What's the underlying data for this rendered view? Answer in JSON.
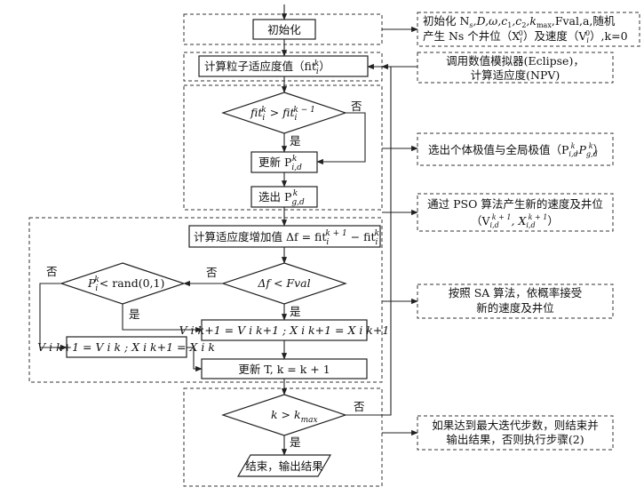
{
  "flow": {
    "init": "初始化",
    "calc_fitness": "计算粒子适应度值（fit",
    "calc_fitness_sup": "k",
    "calc_fitness_sub": "i",
    "calc_fitness_end": "）",
    "compare": "fit",
    "compare_op": " > fit",
    "compare_sup1": "k",
    "compare_sub1": "i",
    "compare_sup2": "k − 1",
    "compare_sub2": "i",
    "compare_no": "否",
    "compare_yes": "是",
    "update_p": "更新 P",
    "update_p_sub": "i,d",
    "update_p_sup": "k",
    "select_pg": "选出 P",
    "select_pg_sub": "g,d",
    "select_pg_sup": "k",
    "calc_delta": "计算适应度增加值 Δf = fit",
    "calc_delta_sup1": "k + 1",
    "calc_delta_sub1": "i",
    "calc_delta_mid": " − fit",
    "calc_delta_sup2": "k",
    "calc_delta_sub2": "i",
    "delta_cond": "Δf < Fval",
    "delta_no": "否",
    "delta_yes": "是",
    "rand_cond": "< rand(0,1)",
    "rand_p": "P",
    "rand_p_sub": "i",
    "rand_p_sup": "k",
    "rand_no": "否",
    "rand_yes": "是",
    "assign_new": "V i k+1 = V i k+1 ; X i k+1 = X i k+1",
    "assign_keep": "V i k+1 = V i k ; X i k+1 = X i k",
    "update_t": "更新 T, k = k + 1",
    "stop_cond": "k > k",
    "stop_cond_sub": "max",
    "stop_no": "否",
    "stop_yes": "是",
    "end": "结束，输出结果"
  },
  "notes": {
    "n1_line1": "初始化 N",
    "n1_line1_b": ",D,ω,c",
    "n1_line1_c": ",c",
    "n1_line1_d": ",k",
    "n1_line1_e": ",Fval,a,随机",
    "n1_sub_s": "s",
    "n1_sub_1": "1",
    "n1_sub_2": "2",
    "n1_sub_max": "max",
    "n1_line2": "产生 Ns 个井位（X",
    "n1_line2_b": "）及速度（V",
    "n1_line2_c": "）,k=0",
    "n1_sup0": "0",
    "n1_subi": "i",
    "n2_line1": "调用数值模拟器(Eclipse)，",
    "n2_line2": "计算适应度(NPV)",
    "n3_line1": "选出个体极值与全局极值（P",
    "n3_sub_id": "i,d",
    "n3_sup_k": "k",
    "n3_mid": ",P",
    "n3_sub_gd": "g,d",
    "n3_end": "）",
    "n4_line1": "通过 PSO 算法产生新的速度及井位",
    "n4_line2_a": "（V",
    "n4_sub_id": "i,d",
    "n4_sup": "k + 1",
    "n4_line2_b": ", X",
    "n4_sub_i": "i,d",
    "n4_line2_c": "）",
    "n5_line1": "按照 SA 算法，依概率接受",
    "n5_line2": "新的速度及井位",
    "n6_line1": "如果达到最大迭代步数，则结束并",
    "n6_line2": "输出结果，否则执行步骤(2)"
  }
}
